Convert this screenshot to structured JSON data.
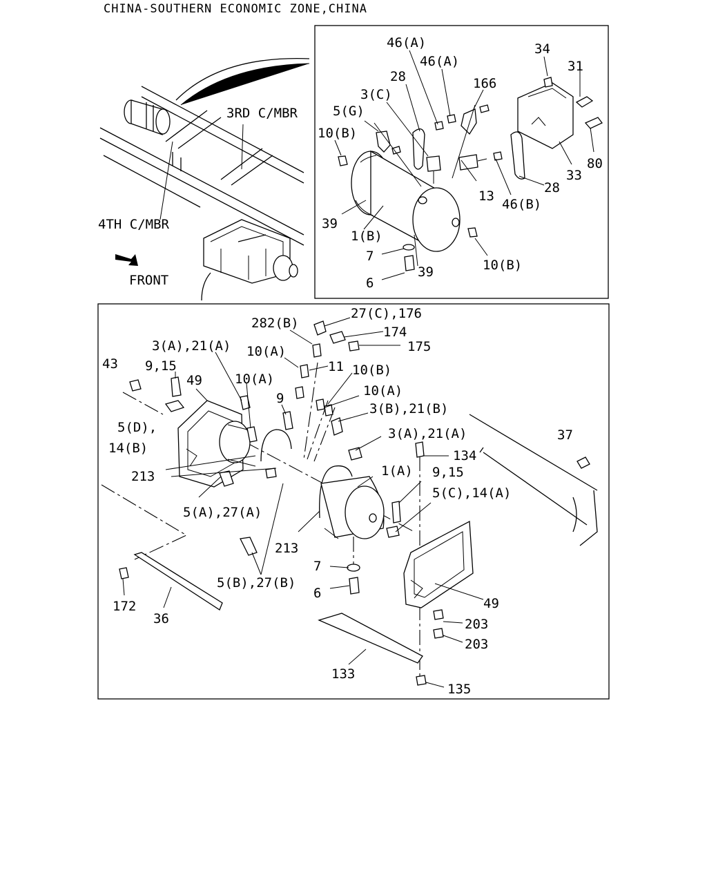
{
  "header": {
    "title": "CHINA-SOUTHERN ECONOMIC ZONE,CHINA"
  },
  "overview": {
    "labels": [
      "3RD C/MBR",
      "4TH C/MBR",
      "FRONT"
    ]
  },
  "detail_top": {
    "callouts": [
      "46(A)",
      "46(A)",
      "28",
      "3(C)",
      "166",
      "34",
      "31",
      "5(G)",
      "10(B)",
      "13",
      "46(B)",
      "28",
      "33",
      "80",
      "39",
      "1(B)",
      "7",
      "6",
      "39",
      "10(B)"
    ]
  },
  "detail_bottom": {
    "callouts": [
      "282(B)",
      "27(C),176",
      "174",
      "175",
      "3(A),21(A)",
      "10(A)",
      "11",
      "10(B)",
      "43",
      "9,15",
      "49",
      "10(A)",
      "10(A)",
      "9",
      "3(B),21(B)",
      "5(D),",
      "14(B)",
      "3(A),21(A)",
      "134",
      "37",
      "213",
      "1(A)",
      "9,15",
      "5(C),14(A)",
      "5(A),27(A)",
      "213",
      "7",
      "5(B),27(B)",
      "6",
      "49",
      "172",
      "36",
      "203",
      "203",
      "133",
      "135"
    ]
  }
}
